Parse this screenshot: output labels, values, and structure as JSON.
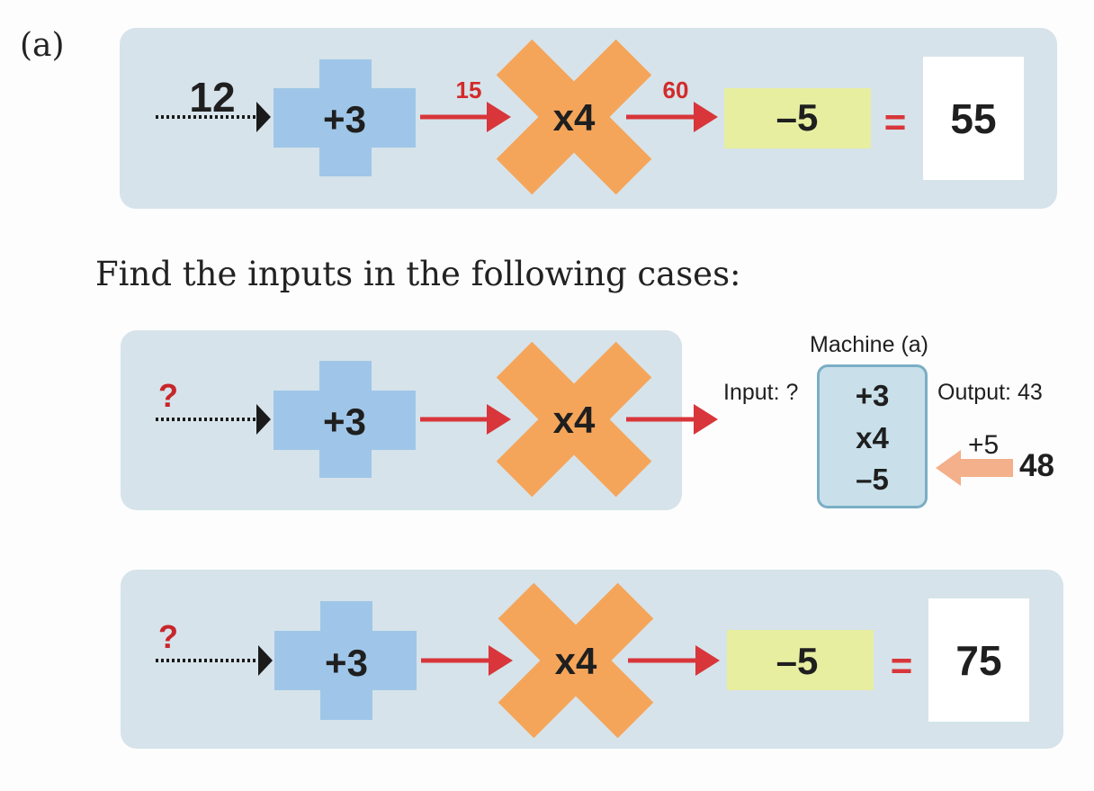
{
  "part_label": "(a)",
  "question": "Find the inputs in the following cases:",
  "machine_a": {
    "input": "12",
    "op1": "+3",
    "after_op1": "15",
    "op2": "x4",
    "after_op2": "60",
    "op3": "–5",
    "equals": "=",
    "output": "55"
  },
  "case_1": {
    "input": "?",
    "op1": "+3",
    "op2": "x4"
  },
  "reverse_diagram": {
    "title": "Machine (a)",
    "input_label": "Input: ?",
    "output_label": "Output: 43",
    "steps": [
      "+3",
      "x4",
      "–5"
    ],
    "inverse_op": "+5",
    "inverse_value": "48"
  },
  "case_2": {
    "input": "?",
    "op1": "+3",
    "op2": "x4",
    "op3": "–5",
    "equals": "=",
    "output": "75"
  },
  "colors": {
    "panel": "#d6e3ea",
    "plus_block": "#9fc6e8",
    "times_block": "#f5a55a",
    "minus_block": "#e7eea0",
    "arrow_red": "#d8363a",
    "arrow_black": "#1a1a1a",
    "inverse_arrow": "#f3b08a"
  },
  "icons": [
    "plus-shape-icon",
    "x-shape-icon",
    "right-arrow-icon",
    "dotted-arrow-icon",
    "left-arrow-icon"
  ]
}
